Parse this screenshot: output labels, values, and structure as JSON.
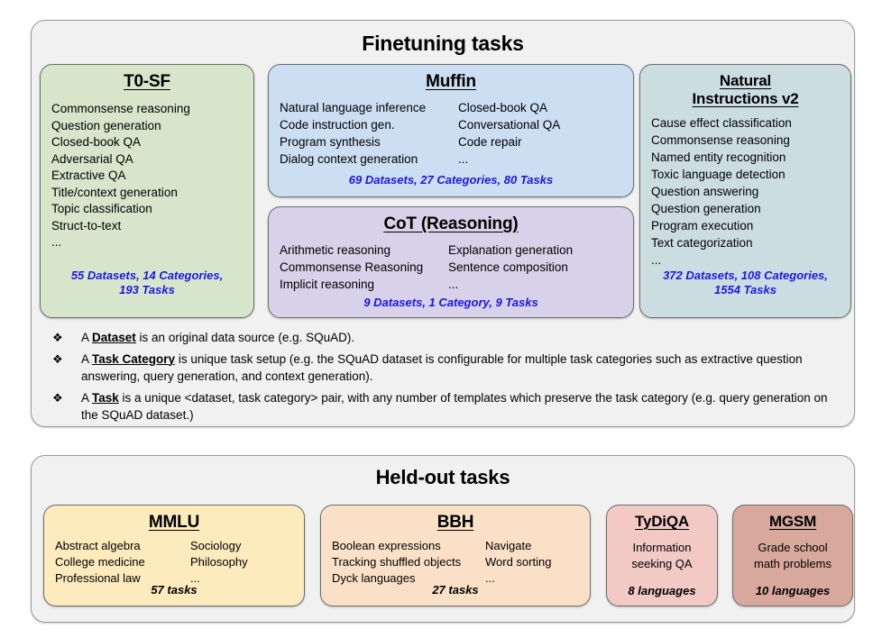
{
  "finetuning": {
    "title": "Finetuning tasks",
    "cards": [
      {
        "id": "t0sf",
        "title": "T0-SF",
        "items": [
          "Commonsense reasoning",
          "Question generation",
          "Closed-book QA",
          "Adversarial QA",
          "Extractive QA",
          "Title/context generation",
          "Topic classification",
          "Struct-to-text",
          "..."
        ],
        "stat": "55 Datasets, 14 Categories, 193 Tasks",
        "stat_line1": "55 Datasets, 14 Categories,",
        "stat_line2": "193 Tasks",
        "color": "#d7e6cb"
      },
      {
        "id": "muffin",
        "title": "Muffin",
        "col_a": [
          "Natural language inference",
          "Code instruction gen.",
          "Program synthesis",
          "Dialog context generation"
        ],
        "col_b": [
          "Closed-book QA",
          "Conversational QA",
          "Code repair",
          "..."
        ],
        "stat": "69 Datasets, 27 Categories, 80 Tasks",
        "color": "#cbdef2"
      },
      {
        "id": "cot",
        "title": "CoT (Reasoning)",
        "col_a": [
          "Arithmetic reasoning",
          "Commonsense Reasoning",
          "Implicit reasoning"
        ],
        "col_b": [
          "Explanation generation",
          "Sentence composition",
          "..."
        ],
        "stat": "9 Datasets, 1 Category, 9 Tasks",
        "color": "#d7d1e9"
      },
      {
        "id": "ni",
        "title_line1": "Natural",
        "title_line2": "Instructions v2",
        "items": [
          "Cause effect classification",
          "Commonsense reasoning",
          "Named entity recognition",
          "Toxic language detection",
          "Question answering",
          "Question generation",
          "Program execution",
          "Text categorization",
          "..."
        ],
        "stat_line1": "372 Datasets, 108 Categories,",
        "stat_line2": "1554 Tasks",
        "color": "#ccdde1"
      }
    ],
    "bullet_glyph": "❖",
    "definitions": [
      {
        "pre": "A ",
        "term": "Dataset",
        "post": " is an original data source (e.g. SQuAD)."
      },
      {
        "pre": "A ",
        "term": "Task Category",
        "post": " is unique task setup (e.g. the SQuAD dataset is configurable for multiple task categories such as extractive question answering, query generation, and context generation)."
      },
      {
        "pre": "A ",
        "term": "Task",
        "post": " is a unique <dataset, task category> pair, with any number of templates which preserve the task category (e.g. query generation on the SQuAD dataset.)"
      }
    ]
  },
  "heldout": {
    "title": "Held-out tasks",
    "cards": [
      {
        "id": "mmlu",
        "title": "MMLU",
        "col_a": [
          "Abstract algebra",
          "College medicine",
          "Professional law"
        ],
        "col_b": [
          "Sociology",
          "Philosophy",
          "..."
        ],
        "stat": "57 tasks",
        "color": "#fdeabd"
      },
      {
        "id": "bbh",
        "title": "BBH",
        "col_a": [
          "Boolean expressions",
          "Tracking shuffled objects",
          "Dyck languages"
        ],
        "col_b": [
          "Navigate",
          "Word sorting",
          "..."
        ],
        "stat": "27 tasks",
        "color": "#fae0c6"
      },
      {
        "id": "tydiqa",
        "title": "TyDiQA",
        "items": [
          "Information",
          "seeking QA"
        ],
        "stat": "8 languages",
        "color": "#f2c9c5"
      },
      {
        "id": "mgsm",
        "title": "MGSM",
        "items": [
          "Grade school",
          "math problems"
        ],
        "stat": "10 languages",
        "color": "#d9a89d"
      }
    ]
  },
  "colors": {
    "page_background": "#ffffff",
    "panel_background": "#f1f1f1",
    "panel_border": "#9a9a9a",
    "stat_blue": "#1a17e8",
    "stat_black": "#000000"
  }
}
